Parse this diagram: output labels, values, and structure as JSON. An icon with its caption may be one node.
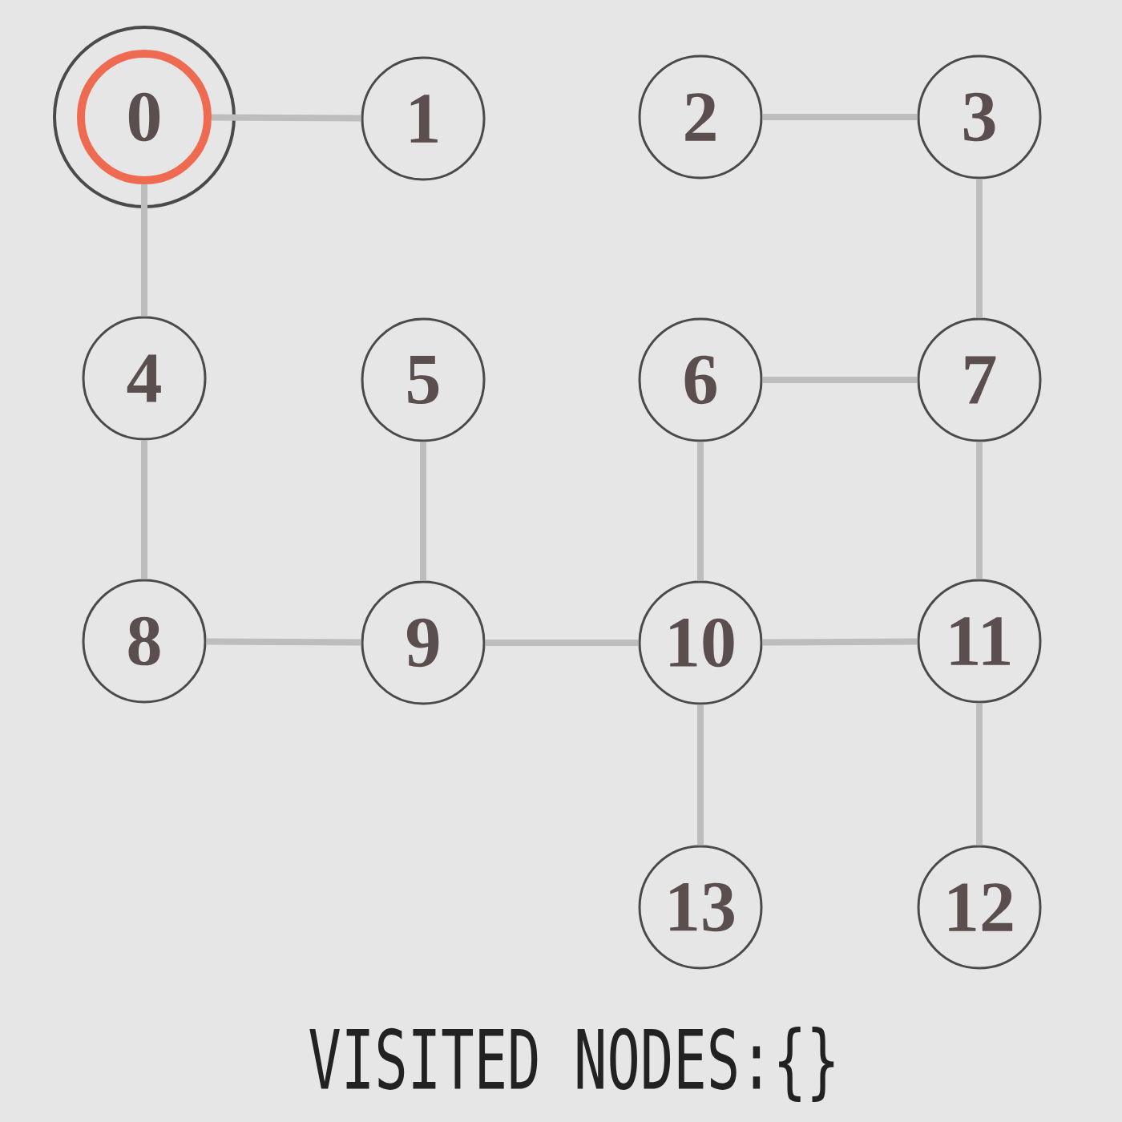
{
  "diagram": {
    "nodes": [
      {
        "text": [
          "0"
        ]
      },
      {
        "text": [
          "1"
        ]
      },
      {
        "text": [
          "2"
        ]
      },
      {
        "text": [
          "3"
        ]
      },
      {
        "text": [
          "4"
        ]
      },
      {
        "text": [
          "5"
        ]
      },
      {
        "text": [
          "6"
        ]
      },
      {
        "text": [
          "7"
        ]
      },
      {
        "text": [
          "8"
        ]
      },
      {
        "text": [
          "9"
        ]
      },
      {
        "text": [
          "10"
        ]
      },
      {
        "text": [
          "11"
        ]
      },
      {
        "text": [
          "13"
        ]
      },
      {
        "text": [
          "12"
        ]
      }
    ],
    "edges": [
      {
        "from": 0,
        "to": 1,
        "arrow": "none"
      },
      {
        "from": 2,
        "to": 3,
        "arrow": "none"
      },
      {
        "from": 0,
        "to": 4,
        "arrow": "none"
      },
      {
        "from": 3,
        "to": 7,
        "arrow": "none"
      },
      {
        "from": 6,
        "to": 7,
        "arrow": "none"
      },
      {
        "from": 4,
        "to": 8,
        "arrow": "none"
      },
      {
        "from": 5,
        "to": 9,
        "arrow": "none"
      },
      {
        "from": 6,
        "to": 10,
        "arrow": "none"
      },
      {
        "from": 7,
        "to": 11,
        "arrow": "none"
      },
      {
        "from": 8,
        "to": 9,
        "arrow": "none"
      },
      {
        "from": 9,
        "to": 10,
        "arrow": "none"
      },
      {
        "from": 10,
        "to": 11,
        "arrow": "none"
      },
      {
        "from": 10,
        "to": 12,
        "arrow": "none"
      },
      {
        "from": 11,
        "to": 13,
        "arrow": "none"
      }
    ],
    "labels": [
      "VISITED NODES:{}"
    ]
  }
}
